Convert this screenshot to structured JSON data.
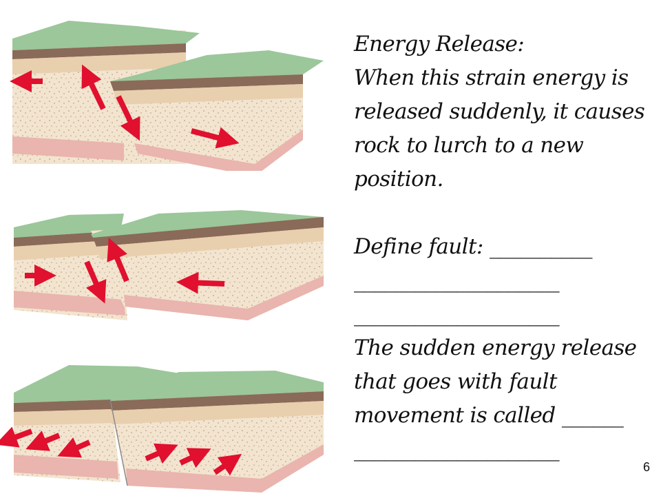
{
  "text": {
    "heading": "Energy Release:",
    "paragraph_lines": [
      "When this strain energy is",
      "released suddenly, it causes",
      "rock to lurch to a new",
      "position."
    ],
    "fault_prompt": "Define fault: __________",
    "fault_blank_lines": [
      "____________________",
      "____________________"
    ],
    "earthquake_prompt_lines": [
      "The sudden energy release",
      "that goes with fault",
      "movement is called ______"
    ],
    "earthquake_blank_line": "____________________"
  },
  "slide_number": "6",
  "diagrams": [
    {
      "fault": "normal",
      "arrows": "pull-apart"
    },
    {
      "fault": "reverse",
      "arrows": "push-together"
    },
    {
      "fault": "strike-slip",
      "arrows": "lateral"
    }
  ],
  "colors": {
    "grass": "#9bc79a",
    "soil": "#8a6a58",
    "rock_top": "#e8cfae",
    "rock_mid": "#f3e4cf",
    "rock_base": "#e9b5ae",
    "arrow": "#e0102e"
  }
}
